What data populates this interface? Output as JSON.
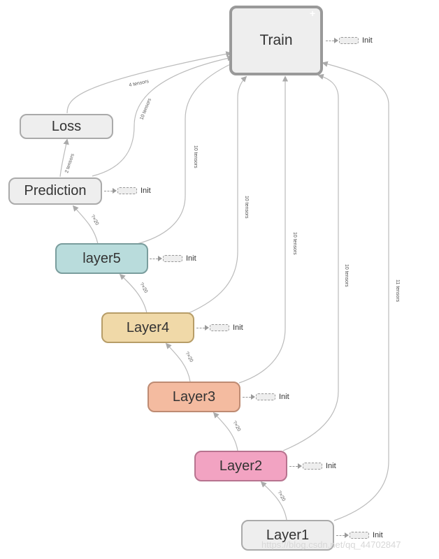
{
  "nodes": {
    "train": {
      "label": "Train",
      "color": "#eeeeee",
      "border": "#999999"
    },
    "loss": {
      "label": "Loss",
      "color": "#eeeeee",
      "border": "#aaaaaa"
    },
    "prediction": {
      "label": "Prediction",
      "color": "#eeeeee",
      "border": "#aaaaaa"
    },
    "layer5": {
      "label": "layer5",
      "color": "#b9dcdc",
      "border": "#7a9d9d"
    },
    "layer4": {
      "label": "Layer4",
      "color": "#f0d9a8",
      "border": "#b79d67"
    },
    "layer3": {
      "label": "Layer3",
      "color": "#f4bba0",
      "border": "#be8b73"
    },
    "layer2": {
      "label": "Layer2",
      "color": "#f2a3c2",
      "border": "#b7738f"
    },
    "layer1": {
      "label": "Layer1",
      "color": "#eeeeee",
      "border": "#aaaaaa"
    }
  },
  "init_label": "Init",
  "train_expand_glyph": "+",
  "edge_labels": {
    "loss_train": "4 tensors",
    "prediction_train": "10 tensors",
    "prediction_loss": "2 tensors",
    "layer5_train": "10 tensors",
    "layer5_prediction": "?×20",
    "layer4_train": "10 tensors",
    "layer4_layer5": "?×20",
    "layer3_train": "10 tensors",
    "layer3_layer4": "?×20",
    "layer2_train": "10 tensors",
    "layer2_layer3": "?×20",
    "layer1_train": "11 tensors",
    "layer1_layer2": "?×20"
  },
  "watermark": "https://blog.csdn.net/qq_44702847",
  "colors": {
    "edge": "#bbbbbb",
    "arrow": "#aaaaaa",
    "edge_text": "#555555"
  }
}
